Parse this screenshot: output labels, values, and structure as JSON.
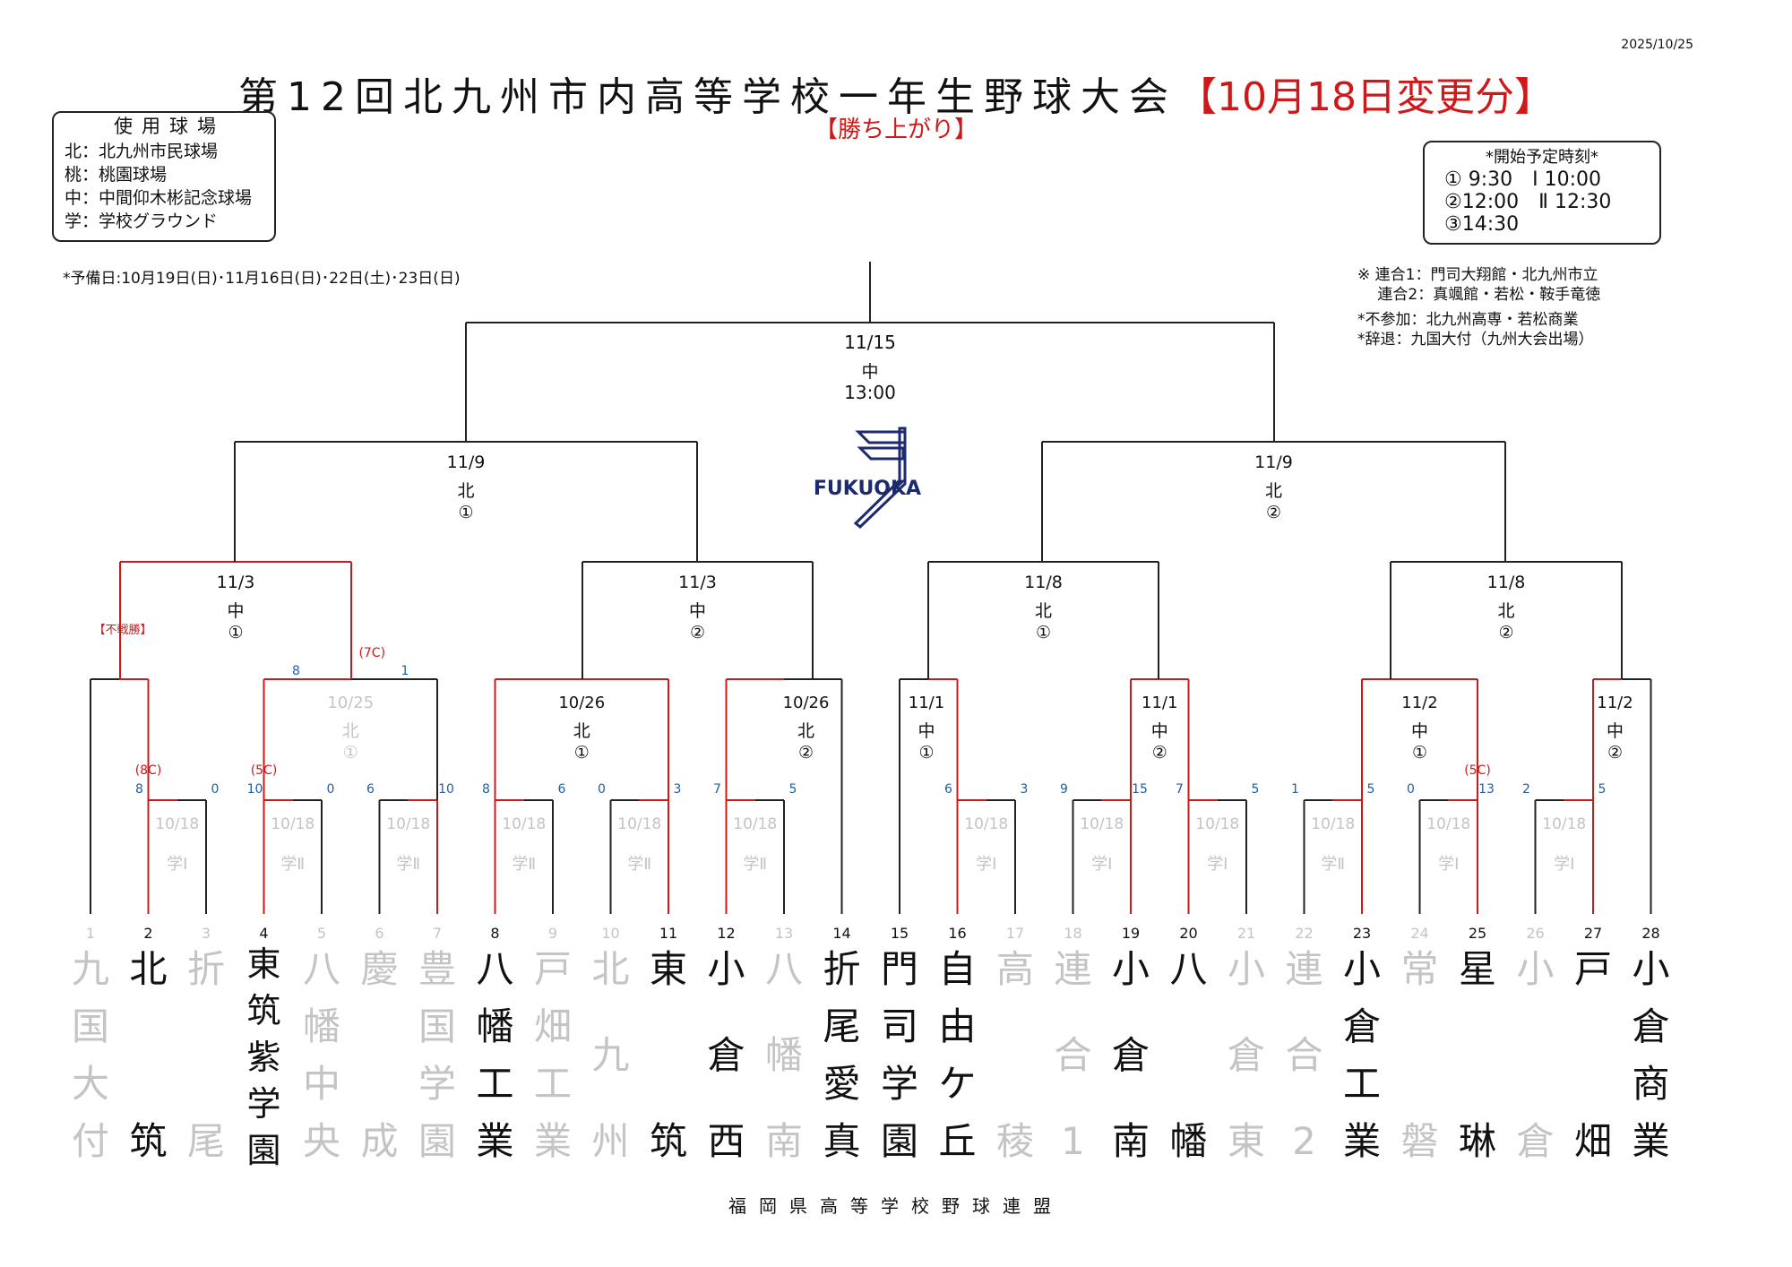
{
  "header": {
    "date": "2025/10/25",
    "title_main": "第12回北九州市内高等学校一年生野球大会",
    "title_red": "【10月18日変更分】",
    "subtitle": "【勝ち上がり】",
    "title_color": "#d01818"
  },
  "venues": {
    "title": "使用球場",
    "items": [
      "北：北九州市民球場",
      "桃：桃園球場",
      "中：中間仰木彬記念球場",
      "学：学校グラウンド"
    ]
  },
  "start_times": {
    "title": "*開始予定時刻*",
    "rows": [
      "① 9:30　Ⅰ 10:00",
      "②12:00　Ⅱ 12:30",
      "③14:30"
    ]
  },
  "reserve_days": "*予備日:10月19日(日)･11月16日(日)･22日(土)･23日(日)",
  "notes": [
    "※ 連合1：門司大翔館・北九州市立",
    "　 連合2：真颯館・若松・鞍手竜徳",
    "*不参加：北九州高専・若松商業",
    "*辞退：九国大付（九州大会出場）"
  ],
  "logo": {
    "text": "FUKUOKA",
    "color": "#1e2a6e"
  },
  "footer": "福岡県高等学校野球連盟",
  "colors": {
    "win": "#d01818",
    "line": "#222222",
    "score": "#1f5fa8",
    "faded": "#c4c4c4"
  },
  "teams": [
    {
      "no": "1",
      "name": "九国大付",
      "won": false
    },
    {
      "no": "2",
      "name": "北筑",
      "won": true
    },
    {
      "no": "3",
      "name": "折尾",
      "won": false
    },
    {
      "no": "4",
      "name": "東筑紫学園",
      "won": true
    },
    {
      "no": "5",
      "name": "八幡中央",
      "won": false
    },
    {
      "no": "6",
      "name": "慶成",
      "won": false
    },
    {
      "no": "7",
      "name": "豊国学園",
      "won": false
    },
    {
      "no": "8",
      "name": "八幡工業",
      "won": true
    },
    {
      "no": "9",
      "name": "戸畑工業",
      "won": false
    },
    {
      "no": "10",
      "name": "北九州",
      "won": false
    },
    {
      "no": "11",
      "name": "東筑",
      "won": true
    },
    {
      "no": "12",
      "name": "小倉西",
      "won": true
    },
    {
      "no": "13",
      "name": "八幡南",
      "won": false
    },
    {
      "no": "14",
      "name": "折尾愛真",
      "won": true
    },
    {
      "no": "15",
      "name": "門司学園",
      "won": true
    },
    {
      "no": "16",
      "name": "自由ケ丘",
      "won": true
    },
    {
      "no": "17",
      "name": "高稜",
      "won": false
    },
    {
      "no": "18",
      "name": "連合1",
      "won": false
    },
    {
      "no": "19",
      "name": "小倉南",
      "won": true
    },
    {
      "no": "20",
      "name": "八幡",
      "won": true
    },
    {
      "no": "21",
      "name": "小倉東",
      "won": false
    },
    {
      "no": "22",
      "name": "連合2",
      "won": false
    },
    {
      "no": "23",
      "name": "小倉工業",
      "won": true
    },
    {
      "no": "24",
      "name": "常磐",
      "won": false
    },
    {
      "no": "25",
      "name": "星琳",
      "won": true
    },
    {
      "no": "26",
      "name": "小倉",
      "won": false
    },
    {
      "no": "27",
      "name": "戸畑",
      "won": true
    },
    {
      "no": "28",
      "name": "小倉商業",
      "won": true
    }
  ],
  "r1_games": [
    {
      "date": "10/18",
      "venue": "学Ⅰ",
      "score_a": "8",
      "score_b": "0",
      "note": "(8C)",
      "winner": "a"
    },
    {
      "date": "10/18",
      "venue": "学Ⅱ",
      "score_a": "10",
      "score_b": "0",
      "note": "(5C)",
      "winner": "a"
    },
    {
      "date": "10/18",
      "venue": "学Ⅱ",
      "score_a": "6",
      "score_b": "10",
      "note": "",
      "winner": "b"
    },
    {
      "date": "10/18",
      "venue": "学Ⅱ",
      "score_a": "8",
      "score_b": "6",
      "note": "",
      "winner": "a"
    },
    {
      "date": "10/18",
      "venue": "学Ⅱ",
      "score_a": "0",
      "score_b": "3",
      "note": "",
      "winner": "b"
    },
    {
      "date": "10/18",
      "venue": "学Ⅱ",
      "score_a": "7",
      "score_b": "5",
      "note": "",
      "winner": "a"
    },
    {
      "date": "10/18",
      "venue": "学Ⅰ",
      "score_a": "6",
      "score_b": "3",
      "note": "",
      "winner": "a"
    },
    {
      "date": "10/18",
      "venue": "学Ⅰ",
      "score_a": "9",
      "score_b": "15",
      "note": "",
      "winner": "b"
    },
    {
      "date": "10/18",
      "venue": "学Ⅰ",
      "score_a": "7",
      "score_b": "5",
      "note": "",
      "winner": "a"
    },
    {
      "date": "10/18",
      "venue": "学Ⅱ",
      "score_a": "1",
      "score_b": "5",
      "note": "",
      "winner": "b"
    },
    {
      "date": "10/18",
      "venue": "学Ⅰ",
      "score_a": "0",
      "score_b": "13",
      "note": "(5C)",
      "winner": "b"
    },
    {
      "date": "10/18",
      "venue": "学Ⅰ",
      "score_a": "2",
      "score_b": "5",
      "note": "",
      "winner": "b"
    }
  ],
  "r2_games": [
    {
      "date": "",
      "venue": "",
      "num": "",
      "score_a": "",
      "score_b": "",
      "note": "【不戦勝】",
      "winner": "b"
    },
    {
      "date": "10/25",
      "venue": "北",
      "num": "①",
      "score_a": "8",
      "score_b": "1",
      "note": "(7C)",
      "winner": "a",
      "faded": true
    },
    {
      "date": "10/26",
      "venue": "北",
      "num": "①",
      "score_a": "",
      "score_b": "",
      "note": "",
      "winner": "ab"
    },
    {
      "date": "10/26",
      "venue": "北",
      "num": "②",
      "score_a": "",
      "score_b": "",
      "note": "",
      "winner": "a"
    },
    {
      "date": "11/1",
      "venue": "中",
      "num": "①",
      "score_a": "",
      "score_b": "",
      "note": "",
      "winner": "b"
    },
    {
      "date": "11/1",
      "venue": "中",
      "num": "②",
      "score_a": "",
      "score_b": "",
      "note": "",
      "winner": "ab"
    },
    {
      "date": "11/2",
      "venue": "中",
      "num": "①",
      "score_a": "",
      "score_b": "",
      "note": "",
      "winner": "ab"
    },
    {
      "date": "11/2",
      "venue": "中",
      "num": "②",
      "score_a": "",
      "score_b": "",
      "note": "",
      "winner": "a"
    }
  ],
  "r3_games": [
    {
      "date": "11/3",
      "venue": "中",
      "num": "①",
      "winner": "ab"
    },
    {
      "date": "11/3",
      "venue": "中",
      "num": "②",
      "winner": ""
    },
    {
      "date": "11/8",
      "venue": "北",
      "num": "①",
      "winner": ""
    },
    {
      "date": "11/8",
      "venue": "北",
      "num": "②",
      "winner": ""
    }
  ],
  "sf_games": [
    {
      "date": "11/9",
      "venue": "北",
      "num": "①"
    },
    {
      "date": "11/9",
      "venue": "北",
      "num": "②"
    }
  ],
  "final": {
    "date": "11/15",
    "venue": "中",
    "time": "13:00"
  }
}
